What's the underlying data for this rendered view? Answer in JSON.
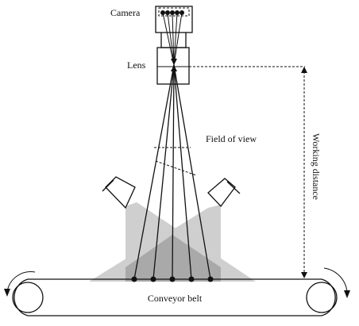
{
  "labels": {
    "camera": "Camera",
    "lens": "Lens",
    "field_of_view": "Field of view",
    "working_distance": "Working distance",
    "conveyor_belt": "Conveyor belt"
  },
  "colors": {
    "line": "#111111",
    "light_cone": "#c8c8c8",
    "light_overlap": "#9a9a9a",
    "background": "#ffffff"
  },
  "components": {
    "illumination_lamps": 2,
    "object_points": 5,
    "belt_rollers": 2
  }
}
